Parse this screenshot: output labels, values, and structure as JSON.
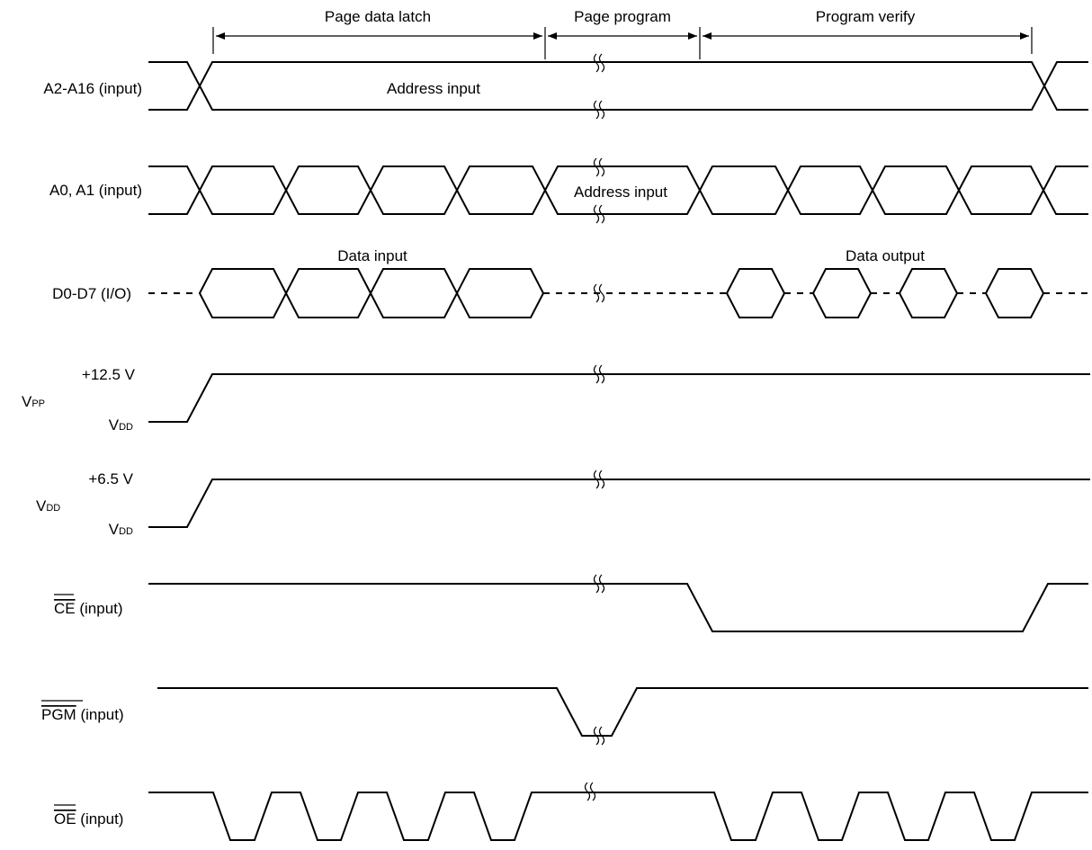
{
  "phases": {
    "page_data_latch": "Page data latch",
    "page_program": "Page program",
    "program_verify": "Program verify"
  },
  "signals": {
    "a2_a16": {
      "label": "A2-A16 (input)",
      "annotation": "Address input"
    },
    "a0_a1": {
      "label": "A0, A1 (input)",
      "annotation": "Address input"
    },
    "d0_d7": {
      "label": "D0-D7 (I/O)",
      "annotation_in": "Data input",
      "annotation_out": "Data output"
    },
    "vpp": {
      "main": "V",
      "sub": "PP",
      "high_level": "+12.5 V",
      "low_main": "V",
      "low_sub": "DD"
    },
    "vdd": {
      "main": "V",
      "sub": "DD",
      "high_level": "+6.5 V",
      "low_main": "V",
      "low_sub": "DD"
    },
    "ce": {
      "name": "CE",
      "suffix": " (input)"
    },
    "pgm": {
      "name": "PGM",
      "suffix": " (input)"
    },
    "oe": {
      "name": "OE",
      "suffix": " (input)"
    }
  }
}
